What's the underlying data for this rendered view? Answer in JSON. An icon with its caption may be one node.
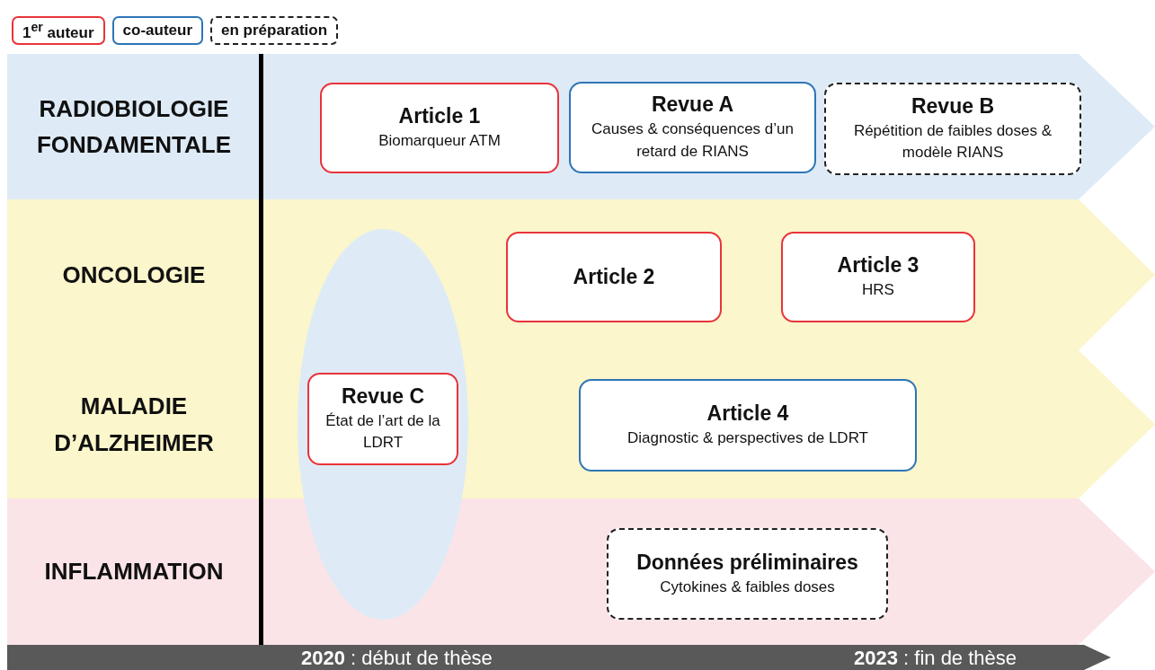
{
  "diagram": {
    "nodes": [
      {
        "text": [
          "RADIOBIOLOGIE FONDAMENTALE"
        ]
      },
      {
        "text": [
          "Article 1",
          "Biomarqueur ATM"
        ],
        "in": 0
      },
      {
        "text": [
          "Revue A",
          "Causes & conséquences d’un retard de RIANS"
        ],
        "in": 0
      },
      {
        "text": [
          "Revue B",
          "Répétition de faibles doses & modèle RIANS"
        ],
        "in": 0
      },
      {
        "text": [
          "ONCOLOGIE"
        ]
      },
      {
        "text": [],
        "shape": "ellipse"
      },
      {
        "text": [
          "Article 2"
        ],
        "in": 4
      },
      {
        "text": [
          "Article 3",
          "HRS"
        ],
        "in": 4
      },
      {
        "text": [
          "MALADIE D’ALZHEIMER"
        ]
      },
      {
        "text": [
          "Revue C",
          "État de l’art de la LDRT"
        ]
      },
      {
        "text": [
          "Article 4",
          "Diagnostic & perspectives de LDRT"
        ],
        "in": 8
      },
      {
        "text": [
          "INFLAMMATION"
        ]
      },
      {
        "text": [
          "Données préliminaires",
          "Cytokines & faibles doses"
        ],
        "in": 11
      }
    ],
    "labels": [
      "**2020** : début de thèse",
      "**2023** : fin de thèse"
    ],
    "legend": [
      {
        "text": "1$^{er}$ auteur"
      },
      {
        "text": "co-auteur"
      },
      {
        "text": "en préparation"
      }
    ]
  }
}
